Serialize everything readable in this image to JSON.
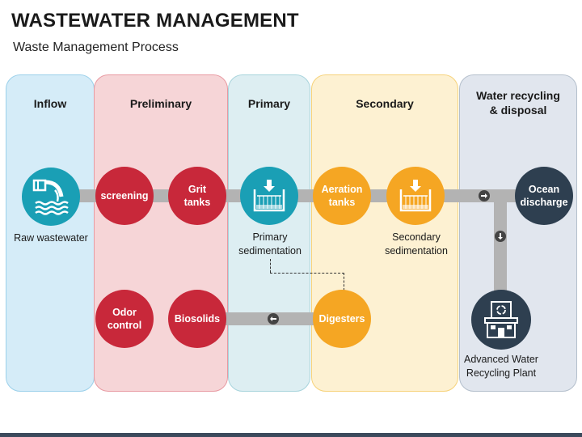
{
  "header": {
    "title": "WASTEWATER MANAGEMENT",
    "subtitle": "Waste Management Process"
  },
  "stages": {
    "inflow": "Inflow",
    "preliminary": "Preliminary",
    "primary": "Primary",
    "secondary": "Secondary",
    "recycling": "Water recycling\n& disposal"
  },
  "nodes": {
    "screening": "screening",
    "grit_tanks": "Grit\ntanks",
    "aeration_tanks": "Aeration\ntanks",
    "ocean_discharge": "Ocean\ndischarge",
    "odor_control": "Odor\ncontrol",
    "biosolids": "Biosolids",
    "digesters": "Digesters"
  },
  "captions": {
    "raw_wastewater": "Raw wastewater",
    "primary_sedimentation": "Primary\nsedimentation",
    "secondary_sedimentation": "Secondary\nsedimentation",
    "advanced_plant": "Advanced Water\nRecycling Plant"
  },
  "icons": {
    "inflow": "pipe-outflow-icon",
    "primary_tank": "sedimentation-tank-icon",
    "secondary_tank": "sedimentation-tank-icon",
    "plant": "recycling-building-icon",
    "flow_right": "arrow-right-icon",
    "flow_down": "arrow-down-icon",
    "flow_left": "arrow-left-icon"
  },
  "colors": {
    "inflow_bg": "#d5ecf8",
    "inflow_border": "#9bd0ea",
    "preliminary_bg": "#f6d5d7",
    "preliminary_border": "#e89aa2",
    "primary_bg": "#ddeef2",
    "primary_border": "#a8d4dc",
    "secondary_bg": "#fdf1d2",
    "secondary_border": "#f6d27a",
    "recycling_bg": "#e1e6ee",
    "recycling_border": "#b4bfcc",
    "red": "#c8283a",
    "teal": "#1a9fb5",
    "orange": "#f5a623",
    "navy": "#2e3f50",
    "pipe": "#b3b3b3"
  }
}
